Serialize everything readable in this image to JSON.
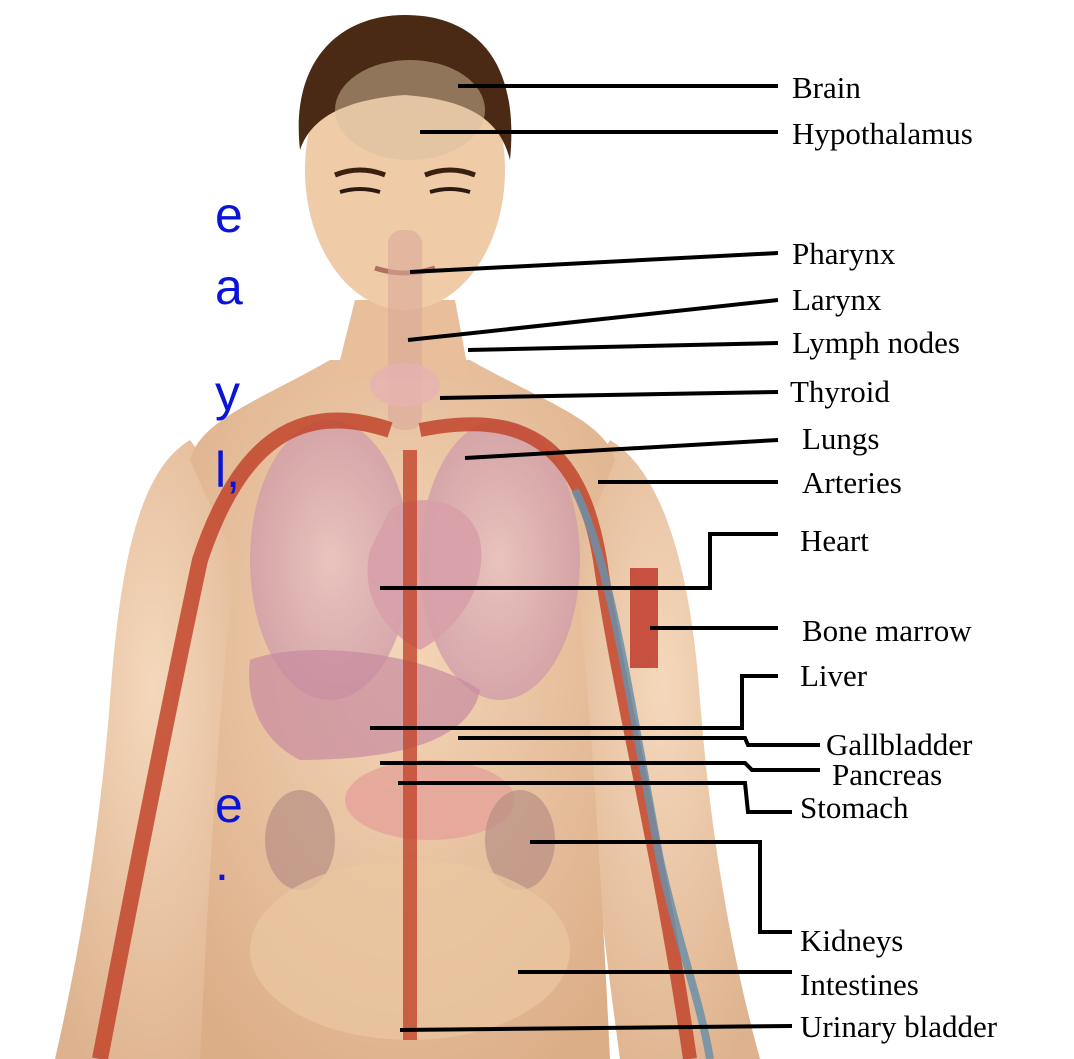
{
  "side_text_fragments": [
    "e",
    "a",
    "y",
    "l,",
    "e",
    "."
  ],
  "labels": [
    {
      "key": "brain",
      "text": "Brain"
    },
    {
      "key": "hypothalamus",
      "text": "Hypothalamus"
    },
    {
      "key": "pharynx",
      "text": "Pharynx"
    },
    {
      "key": "larynx",
      "text": "Larynx"
    },
    {
      "key": "lymph_nodes",
      "text": "Lymph nodes"
    },
    {
      "key": "thyroid",
      "text": "Thyroid"
    },
    {
      "key": "lungs",
      "text": "Lungs"
    },
    {
      "key": "arteries",
      "text": "Arteries"
    },
    {
      "key": "heart",
      "text": "Heart"
    },
    {
      "key": "bone_marrow",
      "text": "Bone marrow"
    },
    {
      "key": "liver",
      "text": "Liver"
    },
    {
      "key": "gallbladder",
      "text": "Gallbladder"
    },
    {
      "key": "pancreas",
      "text": "Pancreas"
    },
    {
      "key": "stomach",
      "text": "Stomach"
    },
    {
      "key": "kidneys",
      "text": "Kidneys"
    },
    {
      "key": "intestines",
      "text": "Intestines"
    },
    {
      "key": "urinary_bladder",
      "text": "Urinary bladder"
    }
  ],
  "colors": {
    "text_blue": "#0a14d6",
    "skin": "#ecc7a4",
    "hair": "#4a2a14",
    "artery": "#c2452c",
    "vein": "#6b8fa8",
    "organ": "#d99aa8",
    "leader_line": "#000000"
  }
}
